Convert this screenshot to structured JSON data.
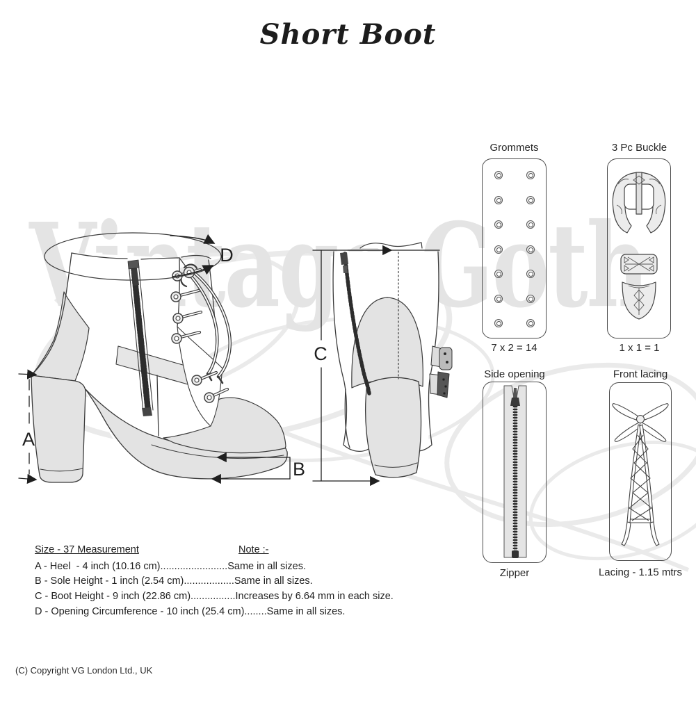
{
  "title": "Short Boot",
  "watermark": "Vintage Goth",
  "front_view": {
    "labels": {
      "a": "A",
      "b": "B",
      "d": "D"
    }
  },
  "back_view": {
    "labels": {
      "c": "C"
    }
  },
  "panels": {
    "grommets": {
      "title": "Grommets",
      "caption": "7 x 2 = 14"
    },
    "buckle": {
      "title": "3 Pc Buckle",
      "caption": "1 x 1 = 1"
    },
    "side_opening": {
      "title": "Side opening",
      "caption": "Zipper"
    },
    "front_lacing": {
      "title": "Front lacing",
      "caption": "Lacing - 1.15 mtrs"
    }
  },
  "measurement_table": {
    "size_header": "Size - 37 Measurement",
    "note_header": "Note :-",
    "rows": [
      {
        "label": "A - Heel  - 4 inch (10.16 cm)",
        "leader": "........................",
        "note": "Same in all sizes."
      },
      {
        "label": "B - Sole Height - 1 inch (2.54 cm)",
        "leader": "..................",
        "note": "Same in all sizes."
      },
      {
        "label": "C - Boot Height - 9 inch (22.86 cm)",
        "leader": "................",
        "note": "Increases by 6.64 mm in each size."
      },
      {
        "label": "D - Opening Circumference - 10 inch (25.4 cm)",
        "leader": "........",
        "note": "Same in all sizes."
      }
    ]
  },
  "copyright": "(C) Copyright VG London Ltd., UK",
  "colors": {
    "line": "#3b3b3b",
    "boot_fill": "#e3e3e3",
    "watermark": "#e4e4e4",
    "zipper_dark": "#2d2d2d"
  }
}
